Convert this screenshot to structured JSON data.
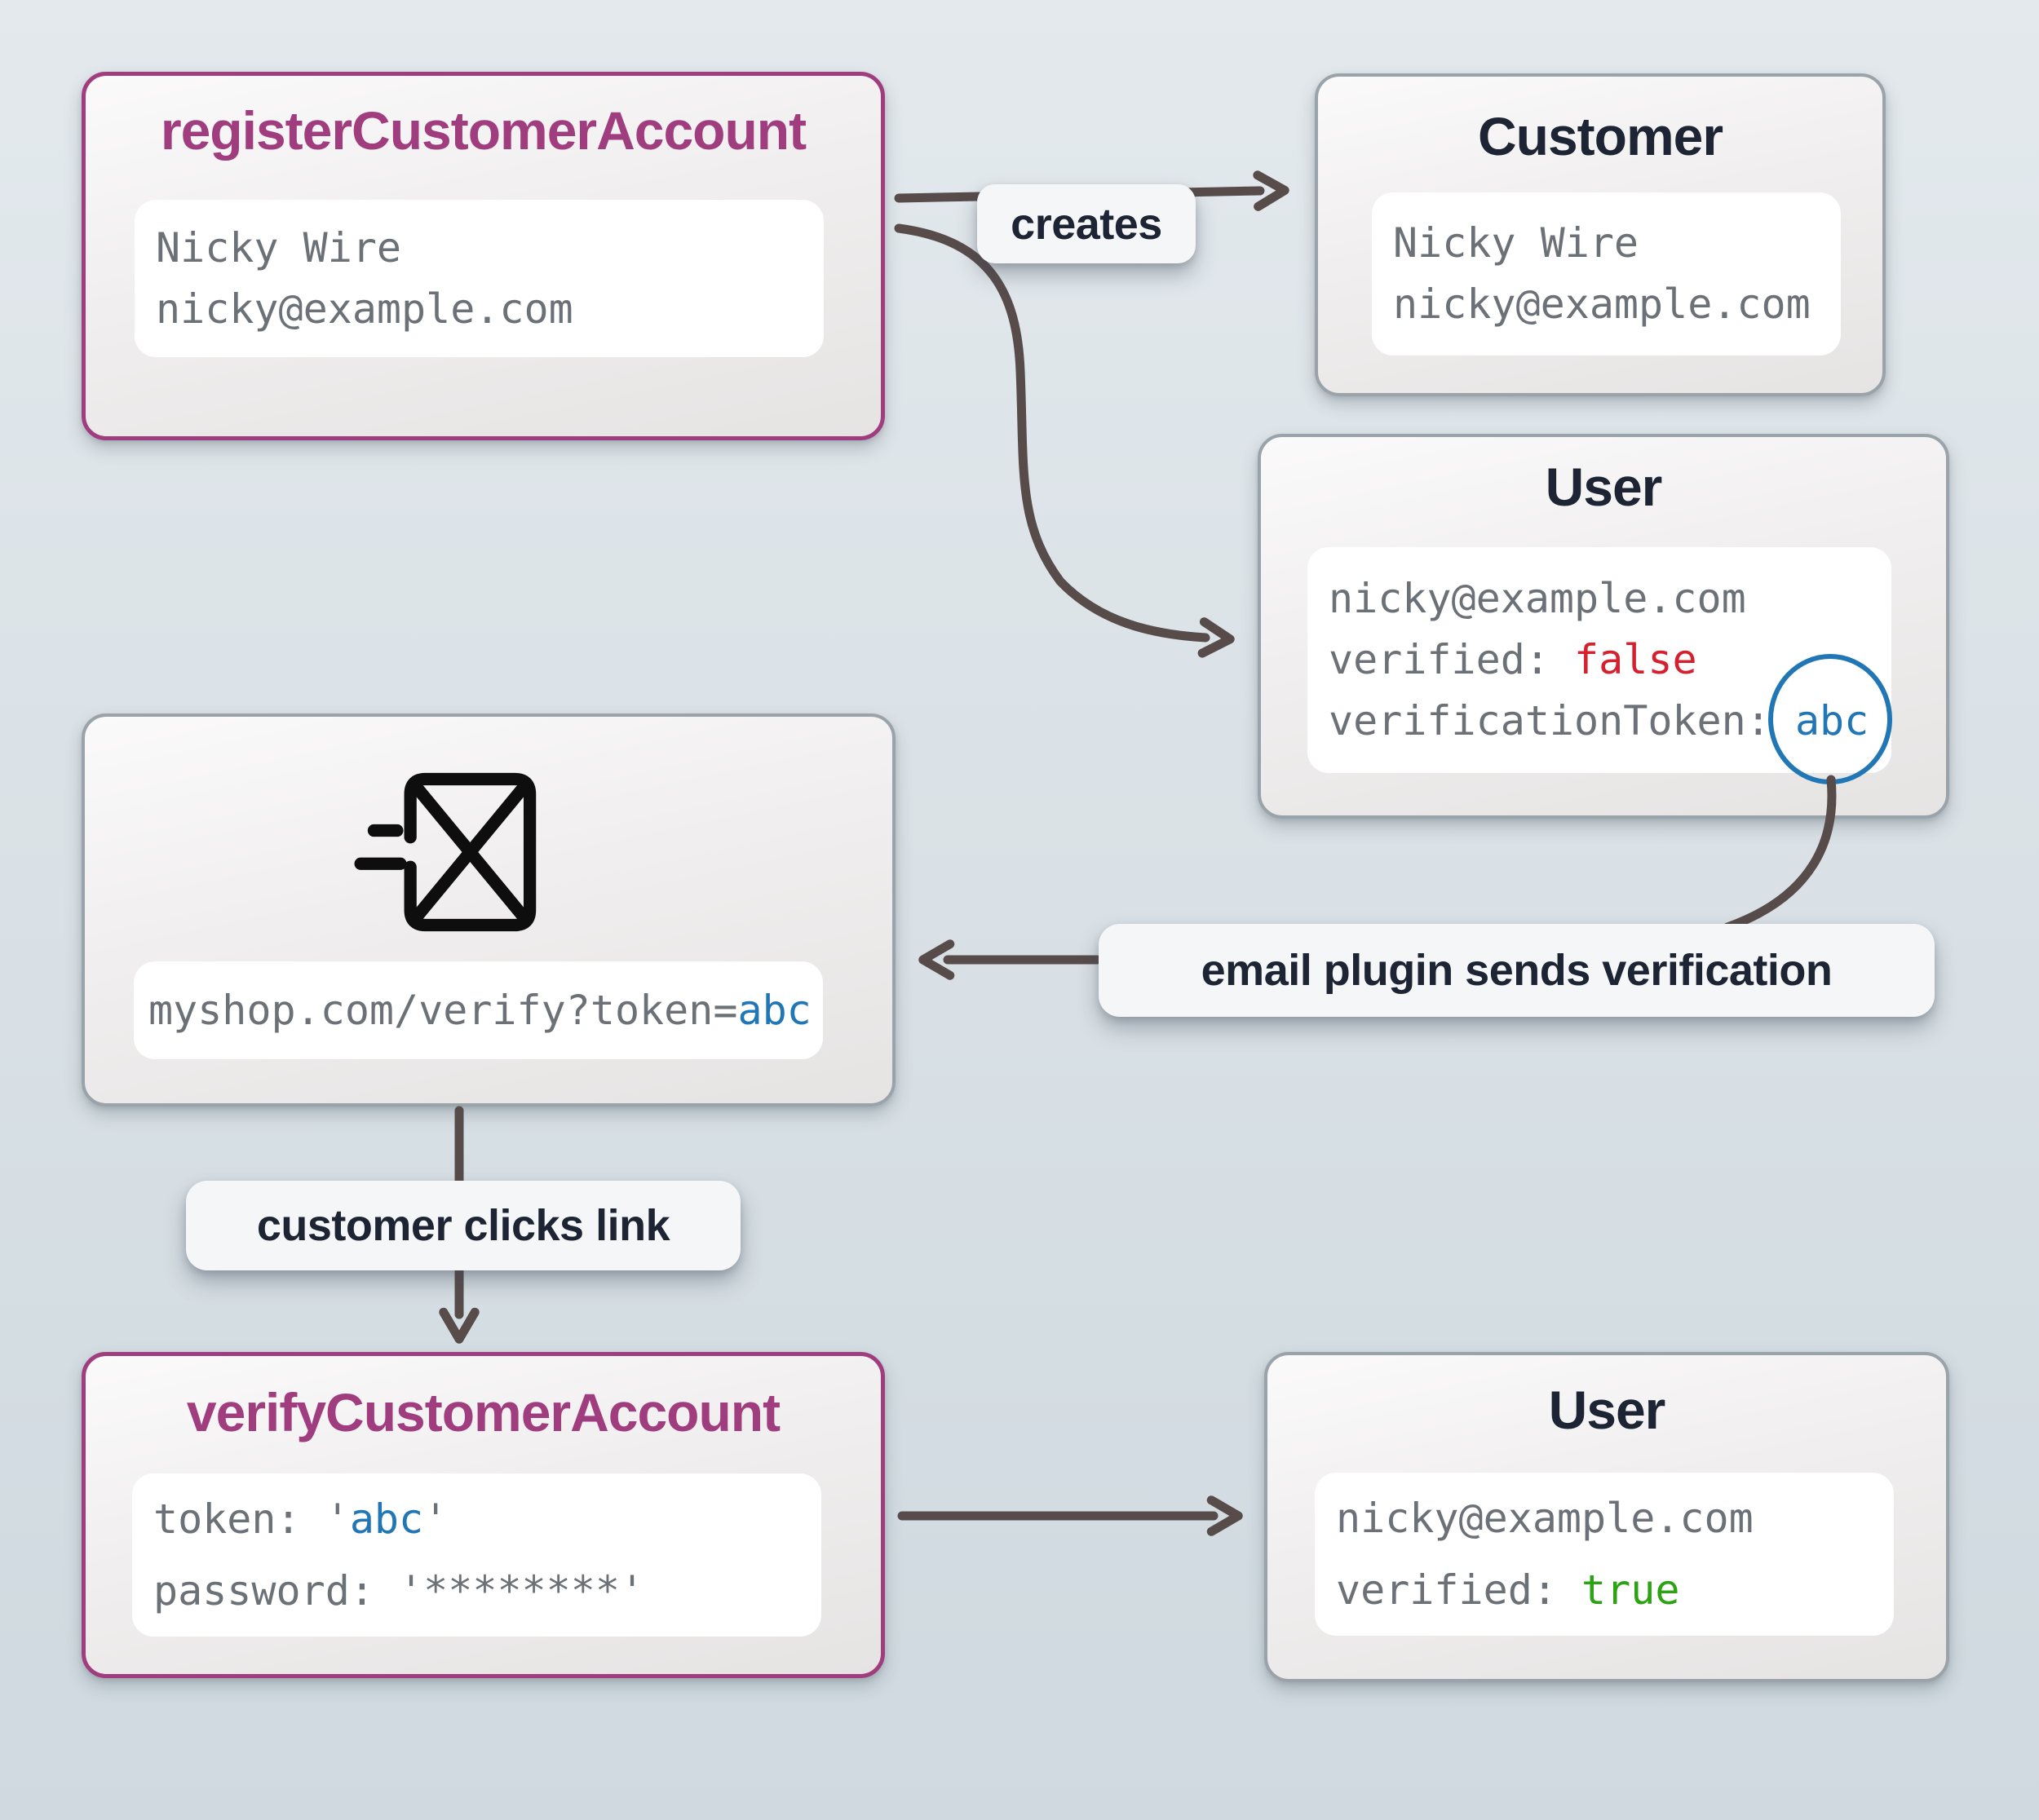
{
  "colors": {
    "background_top": "#e3e9ed",
    "background_bottom": "#cfd9df",
    "node_border_gray": "#9aa3a9",
    "node_accent_purple": "#a03d7e",
    "title_dark": "#1d2433",
    "mono_gray": "#6b7177",
    "value_false_red": "#d5202f",
    "value_true_green": "#2ca314",
    "token_blue": "#2176b5",
    "arrow": "#584c4b"
  },
  "nodes": {
    "register": {
      "title": "registerCustomerAccount",
      "name": "Nicky Wire",
      "email": "nicky@example.com"
    },
    "customer": {
      "title": "Customer",
      "name": "Nicky Wire",
      "email": "nicky@example.com"
    },
    "user_unverified": {
      "title": "User",
      "email": "nicky@example.com",
      "verified_label": "verified: ",
      "verified_value": "false",
      "token_label": "verificationToken: ",
      "token_value": "abc"
    },
    "email_message": {
      "url_prefix": "myshop.com/verify?token=",
      "url_token": "abc"
    },
    "verify": {
      "title": "verifyCustomerAccount",
      "token_label": "token: '",
      "token_value": "abc",
      "token_suffix": "'",
      "password_label": "password: ",
      "password_value": "'********'"
    },
    "user_verified": {
      "title": "User",
      "email": "nicky@example.com",
      "verified_label": "verified: ",
      "verified_value": "true"
    }
  },
  "edges": {
    "creates_label": "creates",
    "email_plugin_label": "email plugin sends verification",
    "clicks_label": "customer clicks link"
  }
}
